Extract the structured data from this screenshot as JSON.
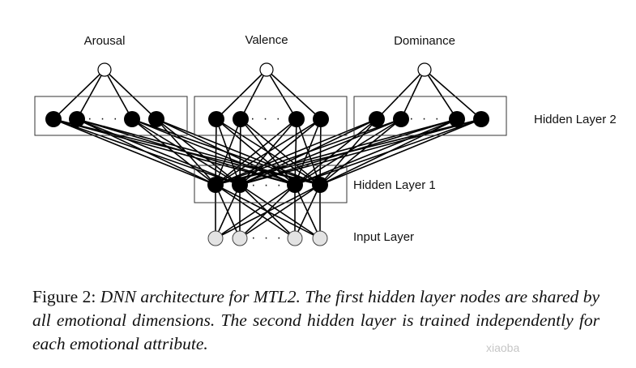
{
  "diagram": {
    "output_labels": [
      "Arousal",
      "Valence",
      "Dominance"
    ],
    "layer_labels": {
      "hidden2": "Hidden Layer 2",
      "hidden1": "Hidden Layer 1",
      "input": "Input Layer"
    },
    "ellipsis": "· · ·",
    "colors": {
      "filled_node": "#000000",
      "input_node": "#e3e3e3",
      "line": "#000000"
    }
  },
  "caption": {
    "label": "Figure 2:",
    "text": "DNN architecture for MTL2. The first hidden layer nodes are shared by all emotional dimensions. The second hidden layer is trained independently for each emotional attribute."
  },
  "watermark": "xiaoba"
}
